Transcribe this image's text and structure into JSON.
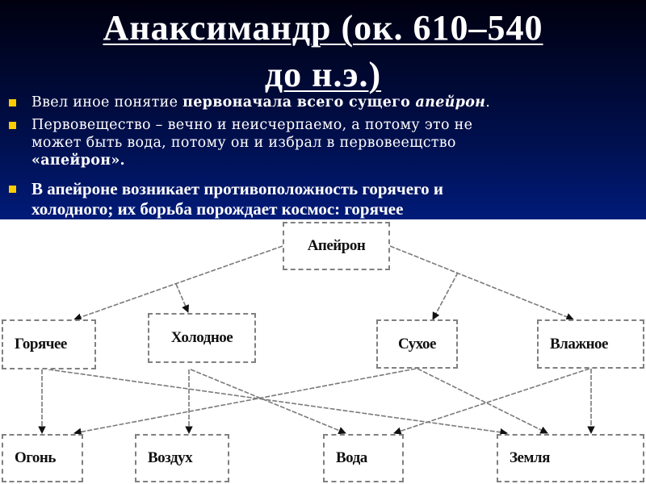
{
  "slide": {
    "title_line1": "Анаксимандр (ок. 610–540",
    "title_line2": "до н.э.)",
    "colors": {
      "background_top": "#00000f",
      "background_bottom": "#0033b0",
      "bullet": "#ffcc00",
      "text": "#ffffff",
      "diagram_bg": "#ffffff",
      "diagram_border": "#808080"
    },
    "bullets": [
      {
        "parts": [
          {
            "text": "Ввел иное понятие ",
            "style": "normal"
          },
          {
            "text": "первоначала всего сущего ",
            "style": "bold"
          },
          {
            "text": "апейрон",
            "style": "bold-italic"
          },
          {
            "text": ".",
            "style": "normal"
          }
        ]
      },
      {
        "line1": "Первовещество – вечно и неисчерпаемо, а потому это не",
        "line2": "может быть вода, потому он и избрал в первовеещство",
        "line3": "«апейрон».",
        "line3_style": "bold"
      },
      {
        "line1": "В апейроне возникает противоположность горячего и",
        "line2": "холодного; их борьба порождает космос: горячее",
        "style": "bold"
      }
    ]
  },
  "diagram": {
    "root": "Апейрон",
    "qualities": [
      "Горячее",
      "Холодное",
      "Сухое",
      "Влажное"
    ],
    "elements": [
      "Огонь",
      "Воздух",
      "Вода",
      "Земля"
    ],
    "edges": [
      {
        "from": "Апейрон",
        "to": "Горячее"
      },
      {
        "from": "Апейрон",
        "to": "Холодное"
      },
      {
        "from": "Апейрон",
        "to": "Сухое"
      },
      {
        "from": "Апейрон",
        "to": "Влажное"
      },
      {
        "from": "Горячее",
        "to": "Огонь"
      },
      {
        "from": "Горячее",
        "to": "Земля"
      },
      {
        "from": "Холодное",
        "to": "Воздух"
      },
      {
        "from": "Холодное",
        "to": "Вода"
      },
      {
        "from": "Сухое",
        "to": "Огонь"
      },
      {
        "from": "Сухое",
        "to": "Земля"
      },
      {
        "from": "Влажное",
        "to": "Вода"
      },
      {
        "from": "Влажное",
        "to": "Земля"
      }
    ]
  }
}
